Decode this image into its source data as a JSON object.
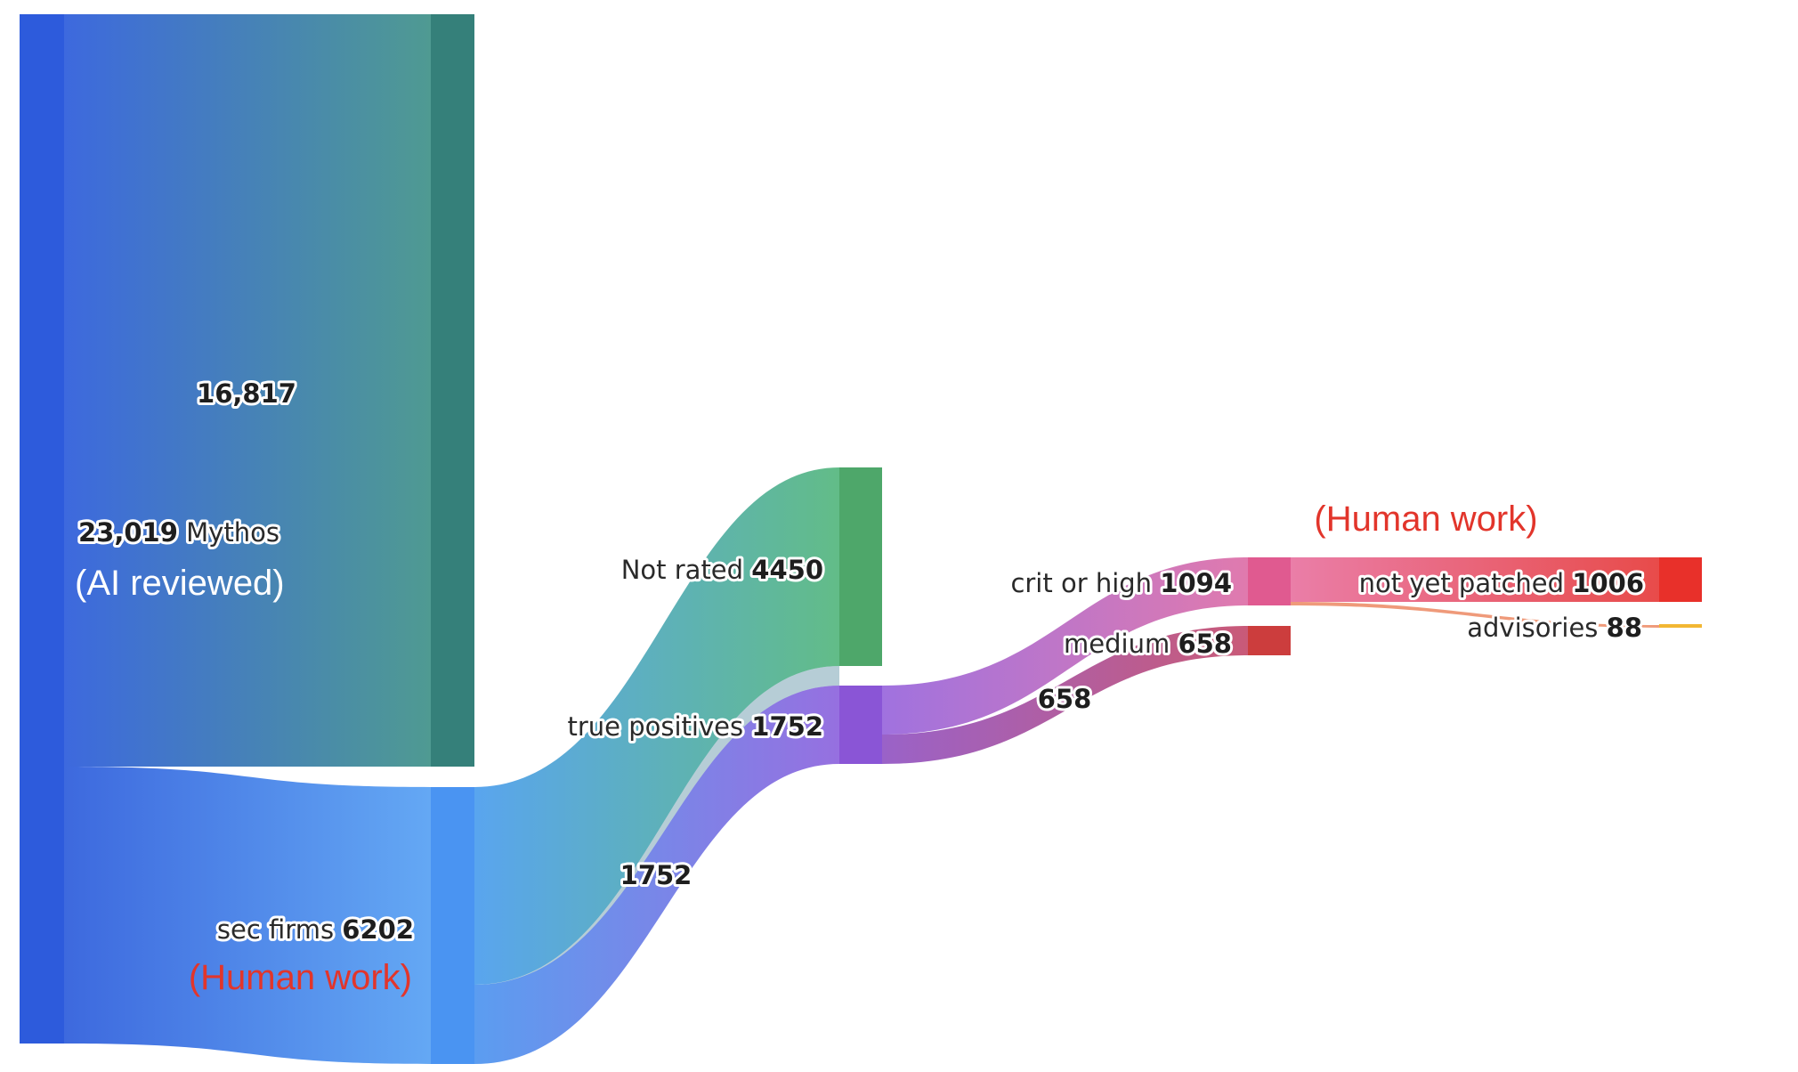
{
  "diagram": {
    "type": "sankey",
    "nodes": [
      {
        "id": "mythos",
        "label": "Mythos",
        "value": "23,019",
        "note": "(AI reviewed)",
        "color": "#2d5bdc"
      },
      {
        "id": "secfirms",
        "label": "sec firms",
        "value": "6202",
        "note": "(Human work)",
        "color": "#4a94f2"
      },
      {
        "id": "notrated",
        "label": "Not rated",
        "value": "4450",
        "color": "#4ea76a"
      },
      {
        "id": "truepos",
        "label": "true positives",
        "value": "1752",
        "color": "#8a55d6"
      },
      {
        "id": "crithigh",
        "label": "crit or high",
        "value": "1094",
        "color": "#e05a90"
      },
      {
        "id": "medium",
        "label": "medium",
        "value": "658",
        "color": "#cc3d3d"
      },
      {
        "id": "notpatched",
        "label": "not yet patched",
        "value": "1006",
        "color": "#e8302a"
      },
      {
        "id": "advisories",
        "label": "advisories",
        "value": "88",
        "color": "#f2b733"
      }
    ],
    "links": [
      {
        "id": "mythos-unlabeled",
        "from": "mythos",
        "value": "16,817",
        "label": "16,817",
        "color": "#3e7f79"
      },
      {
        "id": "mythos-secfirms",
        "from": "mythos",
        "to": "secfirms",
        "value": 6202,
        "color": "#5b9df0"
      },
      {
        "id": "secfirms-notrated",
        "from": "secfirms",
        "to": "notrated",
        "value": 4450,
        "color": "#5ab3c8"
      },
      {
        "id": "secfirms-truepos",
        "from": "secfirms",
        "to": "truepos",
        "value": 1752,
        "label": "1752",
        "color": "#7b8fe8"
      },
      {
        "id": "truepos-crithigh",
        "from": "truepos",
        "to": "crithigh",
        "value": 1094,
        "color": "#c57bd0"
      },
      {
        "id": "truepos-medium",
        "from": "truepos",
        "to": "medium",
        "value": 658,
        "label": "658",
        "color": "#b86a9c"
      },
      {
        "id": "crithigh-notpatched",
        "from": "crithigh",
        "to": "notpatched",
        "value": 1006,
        "color": "#e86a8e"
      },
      {
        "id": "crithigh-advisories",
        "from": "crithigh",
        "to": "advisories",
        "value": 88,
        "color": "#f0a070"
      }
    ],
    "notes": {
      "human_work_right": "(Human work)"
    }
  }
}
